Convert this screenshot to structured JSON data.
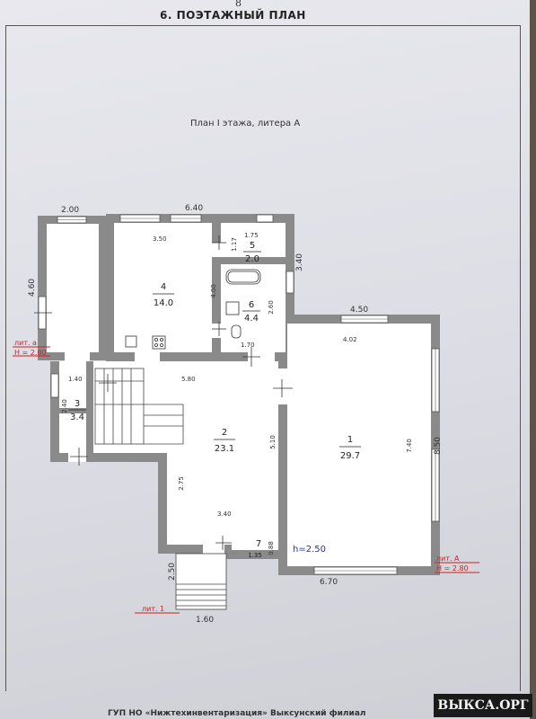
{
  "page_number": "8",
  "sheet_title": "6. ПОЭТАЖНЫЙ ПЛАН",
  "plan_title": "План I этажа, литера А",
  "rooms": [
    {
      "number": "1",
      "area": "29.7"
    },
    {
      "number": "2",
      "area": "23.1"
    },
    {
      "number": "3",
      "area": "3.4"
    },
    {
      "number": "4",
      "area": "14.0"
    },
    {
      "number": "5",
      "area": "2.0"
    },
    {
      "number": "6",
      "area": "4.4"
    },
    {
      "number": "7",
      "area": "1.35"
    }
  ],
  "dimensions": {
    "d_200": "2.00",
    "d_640": "6.40",
    "d_460": "4.60",
    "d_350": "3.50",
    "d_117": "1.17",
    "d_175": "1.75",
    "d_340a": "3.40",
    "d_400": "4.00",
    "d_260": "2.60",
    "d_170": "1.70",
    "d_450": "4.50",
    "d_402": "4.02",
    "d_140": "1.40",
    "d_580": "5.80",
    "d_240": "2.40",
    "d_510": "5.10",
    "d_740": "7.40",
    "d_850": "8.50",
    "d_275": "2.75",
    "d_340b": "3.40",
    "d_088": "0.88",
    "d_250": "2.50",
    "d_670": "6.70",
    "d_160": "1.60"
  },
  "height_h": "h=2.50",
  "lit_a_left": "лит. а",
  "h_left": "H = 2.80",
  "lit_a_right": "лит. А",
  "h_right": "H = 2.80",
  "lit_1": "лит. 1",
  "footer": "ГУП НО «Нижтехинвентаризация» Выксунский филиал",
  "watermark": "ВЫКСА.ОРГ",
  "colors": {
    "wall": "#8a8a8a",
    "dimension_red": "#cc2222",
    "height_blue": "#2233aa"
  }
}
